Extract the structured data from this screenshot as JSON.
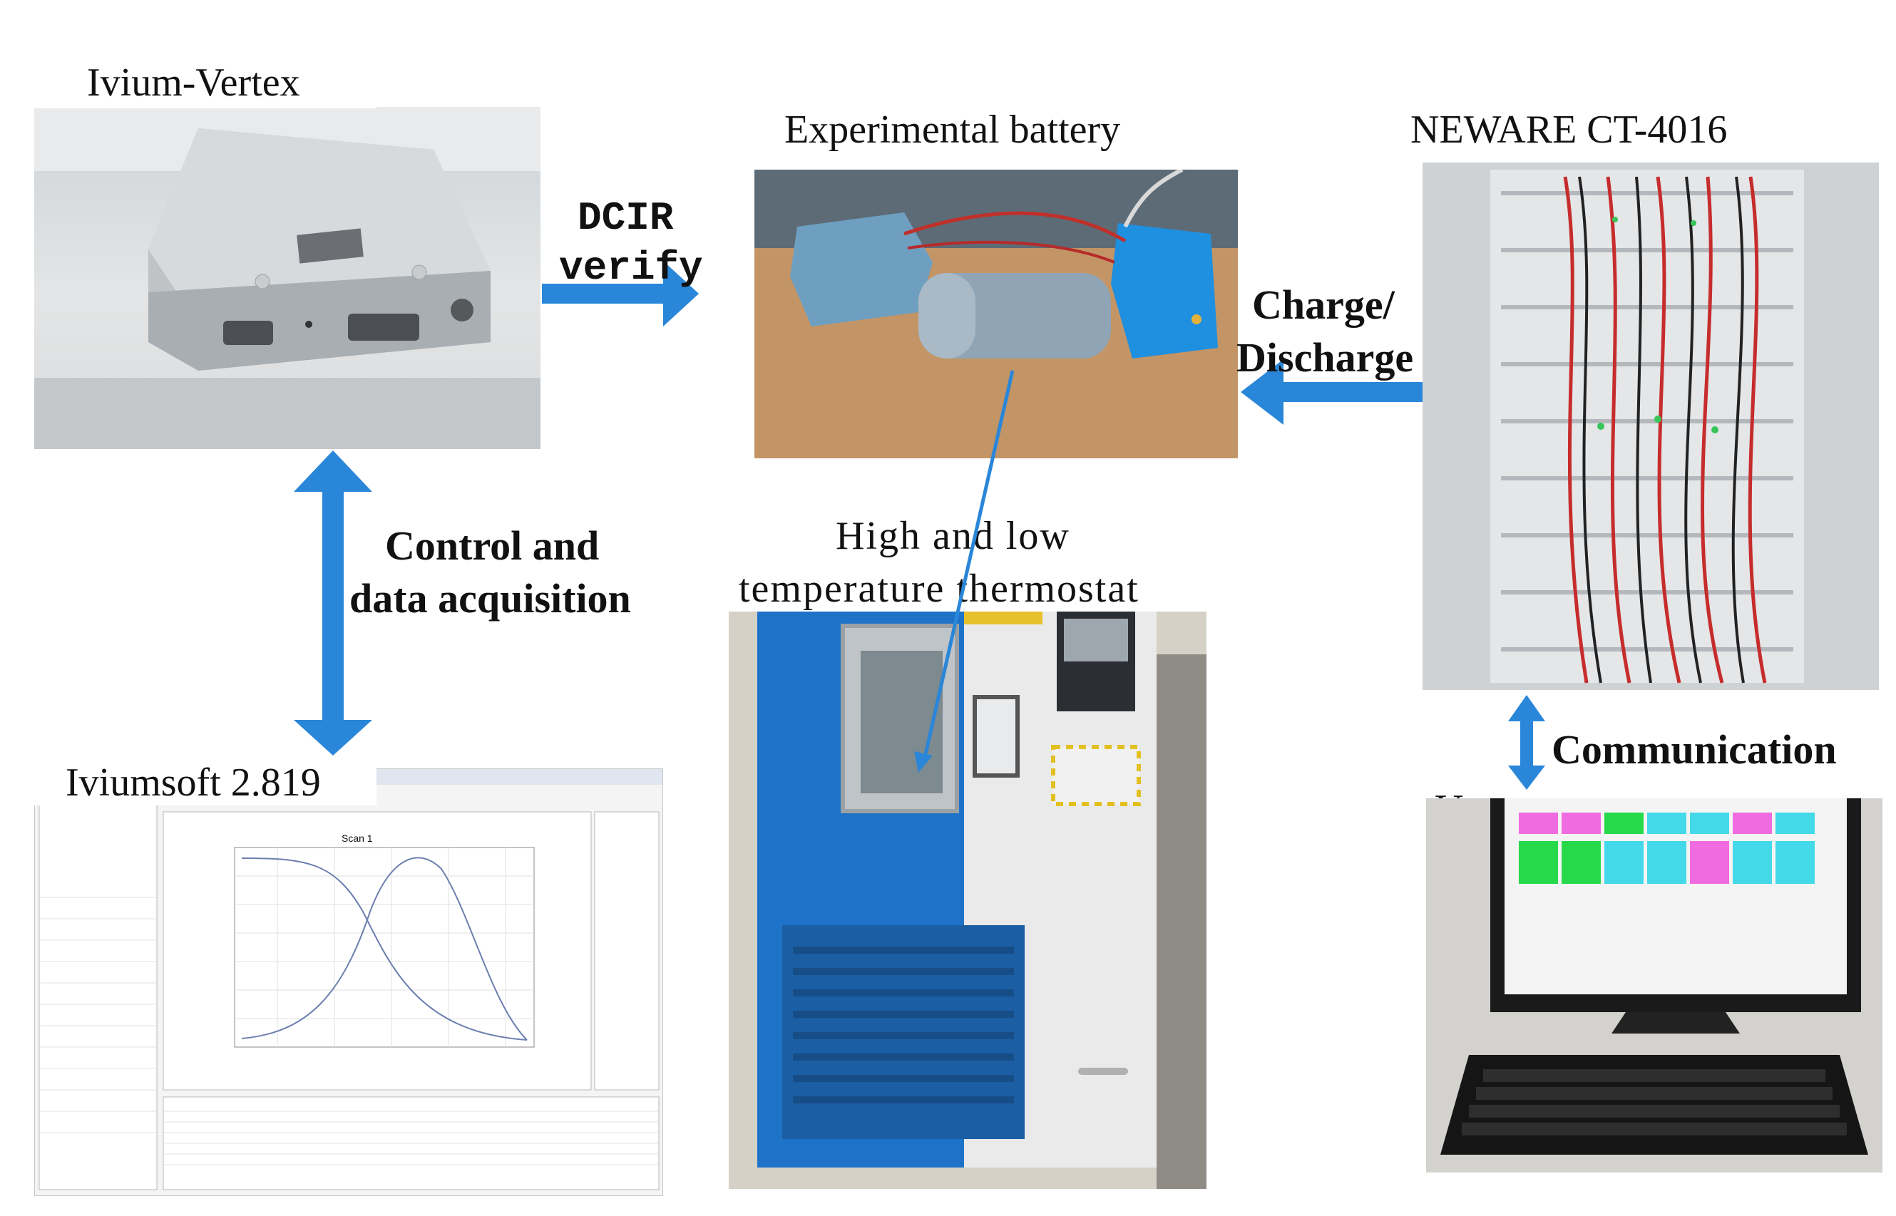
{
  "labels": {
    "ivium_vertex": "Ivium-Vertex",
    "experimental_battery": "Experimental battery",
    "neware": "NEWARE CT-4016",
    "dcir_line1": "DCIR",
    "dcir_line2": "verify",
    "charge_line1": "Charge/",
    "charge_line2": "Discharge",
    "control_line1": "Control and",
    "control_line2": "data acquisition",
    "thermostat_line1": "High and low",
    "thermostat_line2": "temperature thermostat",
    "iviumsoft": "Iviumsoft 2.819",
    "communication": "Communication",
    "upper_computer": "Upper computer"
  },
  "software": {
    "plot_title": "Scan 1"
  },
  "colors": {
    "arrow": "#2A86D8",
    "thermostat_blue": "#1E73C8",
    "device_blue": "#1F8FE0"
  }
}
